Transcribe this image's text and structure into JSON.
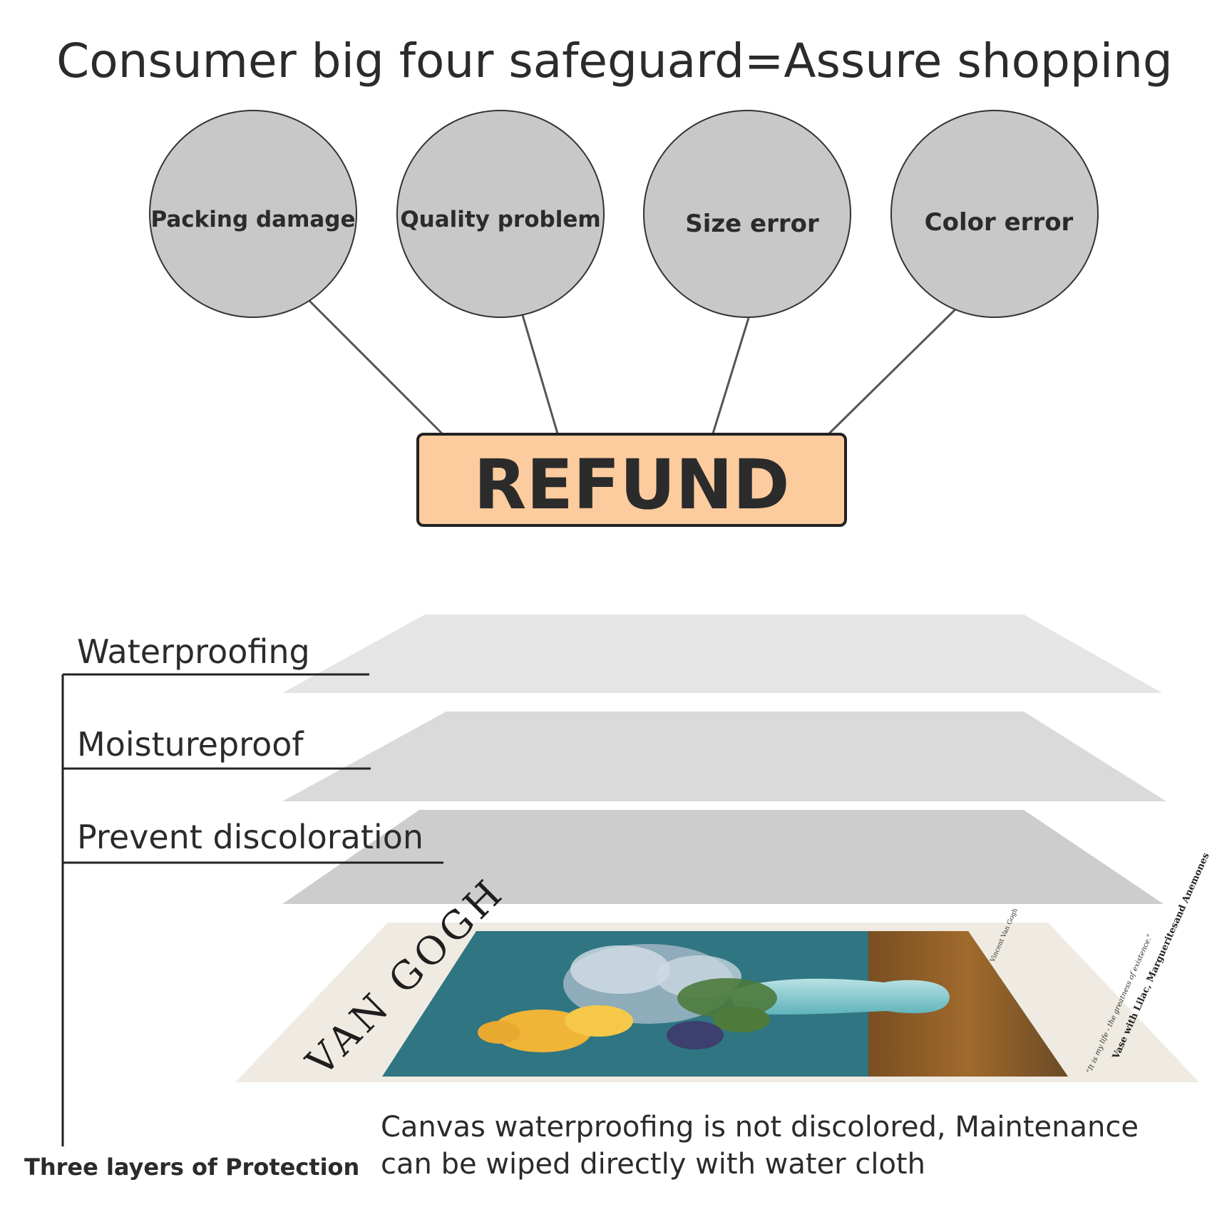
{
  "title": "Consumer big four safeguard=Assure shopping",
  "safeguards": [
    {
      "label": "Packing damage"
    },
    {
      "label": "Quality problem"
    },
    {
      "label": "Size error"
    },
    {
      "label": "Color error"
    }
  ],
  "refund_label": "REFUND",
  "layers": [
    {
      "label": "Waterproofing"
    },
    {
      "label": "Moistureproof"
    },
    {
      "label": "Prevent discoloration"
    }
  ],
  "bracket_caption": "Three layers of Protection",
  "poster": {
    "artist": "VAN GOGH",
    "painting_title": "Vase with Lilac, Margueritesand Anemones",
    "quote": "\"It is my life - the greatness of existence.\"",
    "byline": "Vincent Van Gogh"
  },
  "caption_lines": [
    "Canvas waterproofing is not discolored, Maintenance",
    "can be wiped directly with water cloth"
  ],
  "colors": {
    "circle_fill": "#c8c8c8",
    "refund_fill": "#fccc9e",
    "layer_top": "#e5e5e5",
    "layer_mid": "#dadada",
    "layer_bottom": "#cdcdcd",
    "poster_paper": "#efebe2",
    "painting_bg": "#2f7582"
  }
}
